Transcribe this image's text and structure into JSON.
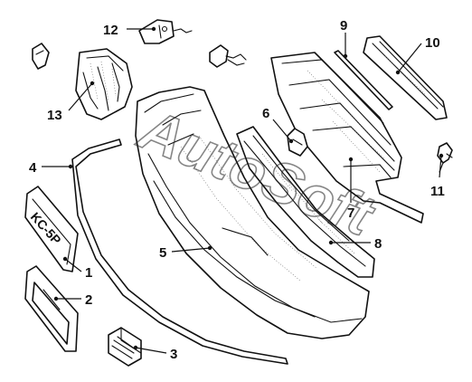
{
  "watermark": "AutoSoft",
  "plate_text": "KC-5P",
  "callouts": {
    "c1": "1",
    "c2": "2",
    "c3": "3",
    "c4": "4",
    "c5": "5",
    "c6": "6",
    "c7": "7",
    "c8": "8",
    "c9": "9",
    "c10": "10",
    "c11": "11",
    "c12": "12",
    "c13": "13"
  }
}
